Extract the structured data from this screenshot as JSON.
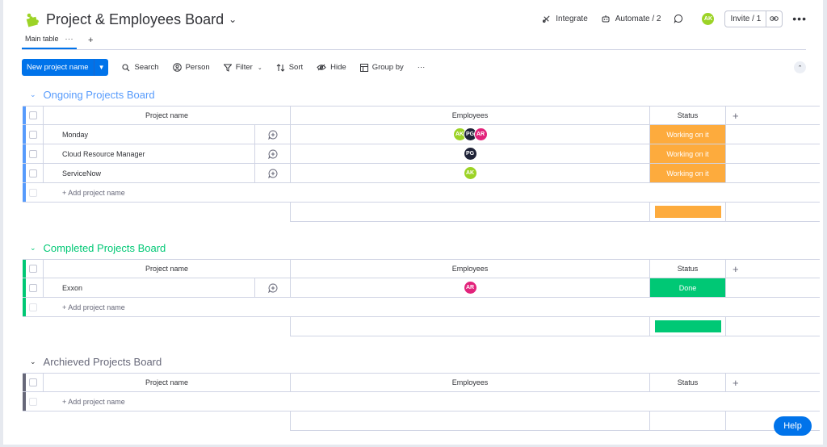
{
  "header": {
    "title": "Project & Employees Board",
    "integrate_label": "Integrate",
    "automate_label": "Automate / 2",
    "user_initials": "AK",
    "invite_label": "Invite / 1"
  },
  "tabs": [
    {
      "label": "Main table"
    }
  ],
  "toolbar": {
    "new_item_label": "New project name",
    "search_label": "Search",
    "person_label": "Person",
    "filter_label": "Filter",
    "sort_label": "Sort",
    "hide_label": "Hide",
    "groupby_label": "Group by"
  },
  "columns": {
    "name": "Project name",
    "employees": "Employees",
    "status": "Status",
    "add": "+"
  },
  "add_item_label": "+ Add project name",
  "colors": {
    "ongoing": "#579bfc",
    "completed": "#00c875",
    "archived": "#676879",
    "working": "#fdab3d",
    "done": "#00c875",
    "primary": "#0073ea"
  },
  "groups": [
    {
      "title": "Ongoing Projects Board",
      "rows": [
        {
          "name": "Monday",
          "employees": [
            "AK",
            "PG",
            "AR"
          ],
          "status": "Working on it"
        },
        {
          "name": "Cloud Resource Manager",
          "employees": [
            "PG"
          ],
          "status": "Working on it"
        },
        {
          "name": "ServiceNow",
          "employees": [
            "AK"
          ],
          "status": "Working on it"
        }
      ]
    },
    {
      "title": "Completed Projects Board",
      "rows": [
        {
          "name": "Exxon",
          "employees": [
            "AR"
          ],
          "status": "Done"
        }
      ]
    },
    {
      "title": "Archieved Projects Board",
      "rows": []
    }
  ],
  "help_label": "Help"
}
